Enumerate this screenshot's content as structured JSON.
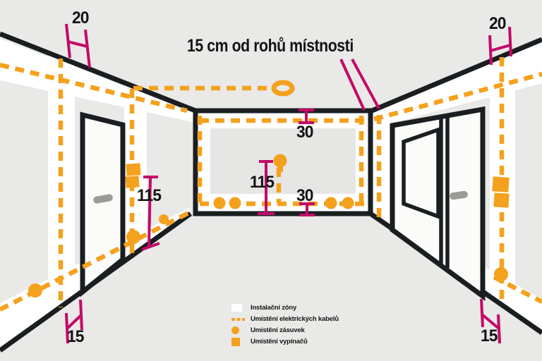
{
  "title": "15 cm od rohů místnosti",
  "colors": {
    "background": "#e9e9e7",
    "line": "#1a1e21",
    "cable": "#f4a11d",
    "marker": "#c40968",
    "zone": "#ffffff",
    "wall_inner": "#e6e6e4",
    "door": "#fbfbfa",
    "handle": "#9b9c98",
    "text": "#141414"
  },
  "measurements": {
    "ceiling_gap_left": "20",
    "ceiling_gap_right": "20",
    "below_ceiling": "30",
    "above_floor": "30",
    "switch_height_back": "115",
    "switch_height_left": "115",
    "floor_gap_left": "15",
    "floor_gap_right": "15"
  },
  "legend": {
    "items": [
      {
        "icon": "zone-swatch",
        "label": "Instalační zóny"
      },
      {
        "icon": "cable-swatch",
        "label": "Umístění elektrických kabelů"
      },
      {
        "icon": "socket-swatch",
        "label": "Umístění zásuvek"
      },
      {
        "icon": "switch-swatch",
        "label": "Umístění vypínačů"
      }
    ]
  }
}
